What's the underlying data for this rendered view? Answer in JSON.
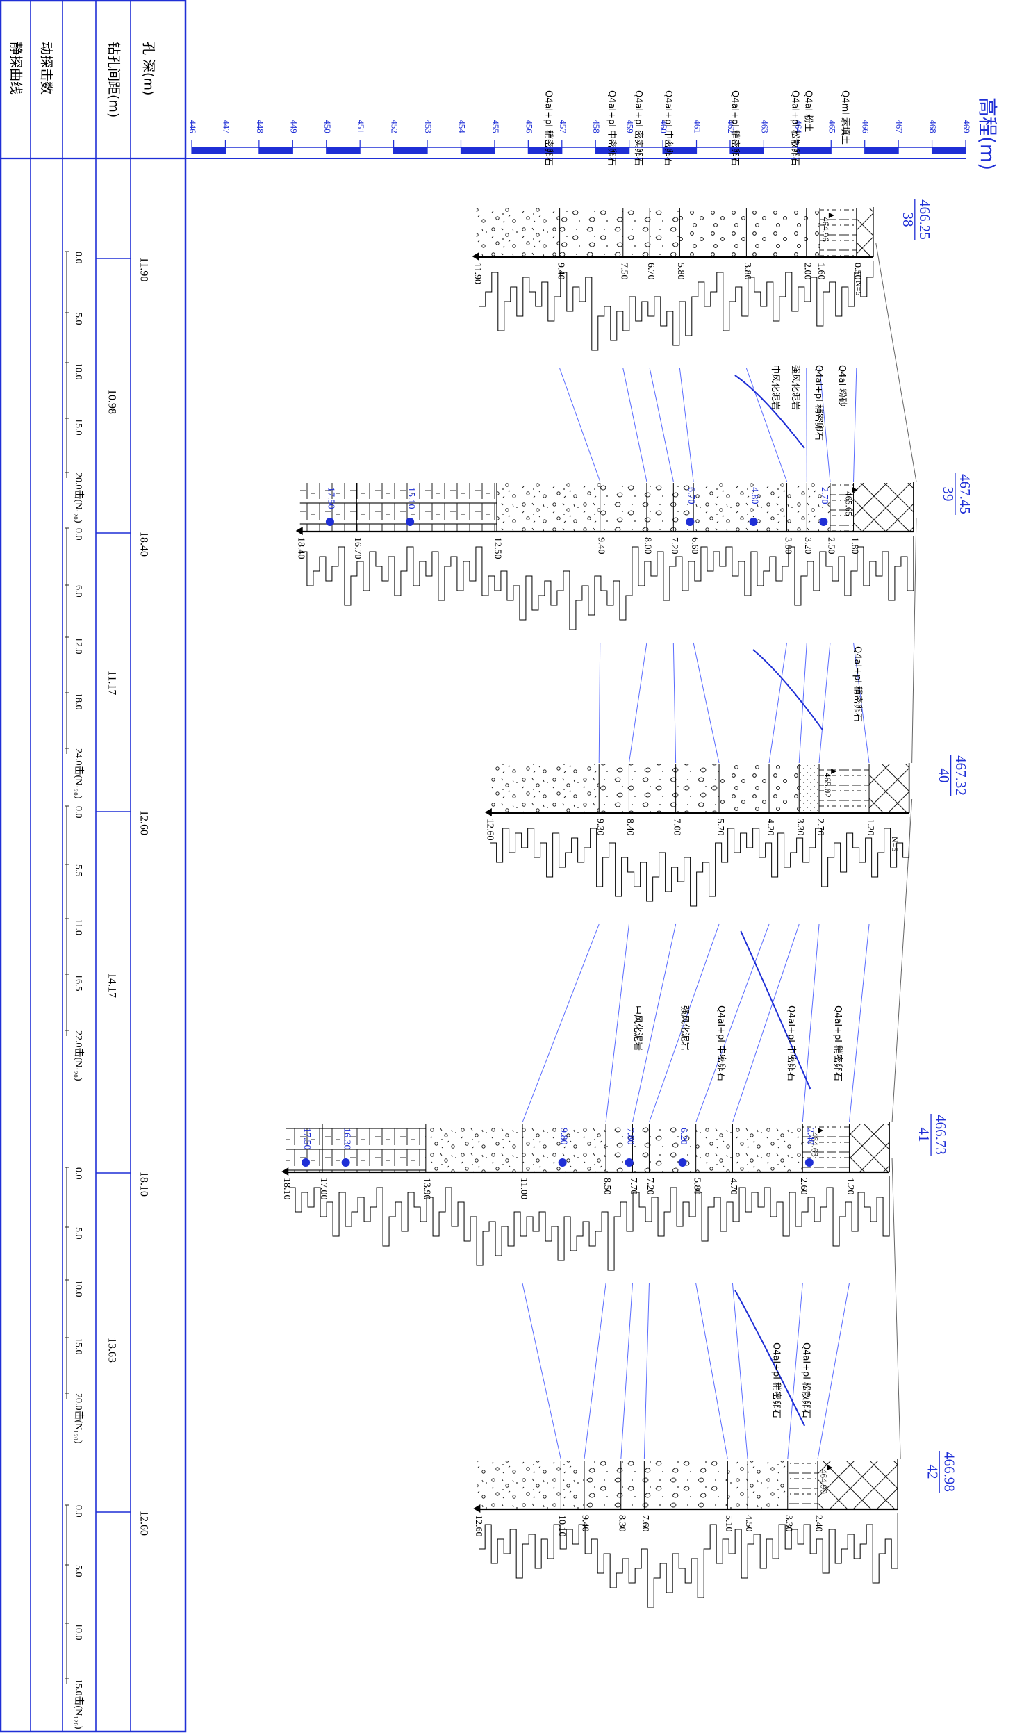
{
  "left_table": {
    "headers": [
      "孔  深(m)",
      "钻孔间距(m)",
      "动探击数",
      "静探曲线"
    ],
    "hole_depths": [
      "11.90",
      "18.40",
      "12.60",
      "18.10",
      "12.60"
    ],
    "spacings": [
      "10.98",
      "11.17",
      "14.17",
      "13.63"
    ],
    "dyn_scales": [
      [
        "0.0",
        "5.0",
        "10.0",
        "15.0",
        "20.0击(N₁₂₀)"
      ],
      [
        "0.0",
        "6.0",
        "12.0",
        "18.0",
        "24.0击(N₁₂₀)"
      ],
      [
        "0.0",
        "5.5",
        "11.0",
        "16.5",
        "22.0击(N₁₂₀)"
      ],
      [
        "0.0",
        "5.0",
        "10.0",
        "15.0",
        "20.0击(N₁₂₀)"
      ],
      [
        "0.0",
        "5.0",
        "10.0",
        "15.0击(N₁₂₀)"
      ]
    ]
  },
  "elevation_axis": {
    "title": "高程(m)",
    "ticks": [
      "446",
      "447",
      "448",
      "449",
      "450",
      "451",
      "452",
      "453",
      "454",
      "455",
      "456",
      "457",
      "458",
      "459",
      "460",
      "461",
      "462",
      "463",
      "464",
      "465",
      "466",
      "467",
      "468",
      "469"
    ]
  },
  "boreholes": [
    {
      "id": "38",
      "elevation": "466.25",
      "water_level": "464.96",
      "n_value": "N=5",
      "depths": [
        "0.50",
        "1.60",
        "2.00",
        "3.80",
        "5.80",
        "6.70",
        "7.50",
        "9.40"
      ],
      "bottom": "11.90",
      "layers": [
        "Q4ml 素填土",
        "Q4al 粉土",
        "Q4al+pl 松散卵石",
        "Q4al+pl 稍密卵石",
        "Q4al+pl 中密卵石",
        "Q4al+pl 密实卵石",
        "Q4al+pl 中密卵石",
        "Q4al+pl 稍密卵石"
      ]
    },
    {
      "id": "39",
      "elevation": "467.45",
      "water_level": "465.65",
      "depths": [
        "1.80",
        "2.50",
        "3.20",
        "3.80",
        "6.60",
        "7.20",
        "8.00",
        "9.40",
        "12.50",
        "16.70"
      ],
      "bottom": "18.40",
      "samples": [
        "2.70",
        "4.80",
        "6.70",
        "15.10",
        "17.50"
      ],
      "layers": [
        "Q4al 粉砂",
        "Q4al+pl 稍密卵石",
        "强风化泥岩",
        "中风化泥岩"
      ]
    },
    {
      "id": "40",
      "elevation": "467.32",
      "water_level": "465.02",
      "n_value": "N=5",
      "depths": [
        "1.20",
        "2.70",
        "3.30",
        "4.20",
        "5.70",
        "7.00",
        "8.40",
        "9.30"
      ],
      "bottom": "12.60",
      "layers": [
        "Q4al+pl 稍密卵石"
      ]
    },
    {
      "id": "41",
      "elevation": "466.73",
      "water_level": "464.63",
      "depths": [
        "1.20",
        "2.60",
        "4.70",
        "5.80",
        "7.20",
        "7.70",
        "8.50",
        "11.00",
        "13.90",
        "17.00"
      ],
      "bottom": "18.10",
      "samples": [
        "2.40",
        "6.20",
        "7.80",
        "9.80",
        "16.30",
        "17.50"
      ],
      "layers": [
        "Q4al+pl 稍密卵石",
        "Q4al+pl 中密卵石",
        "Q4al+pl 中密卵石",
        "强风化泥岩",
        "中风化泥岩"
      ]
    },
    {
      "id": "42",
      "elevation": "466.98",
      "water_level": "464.90",
      "depths": [
        "2.40",
        "3.30",
        "4.50",
        "5.10",
        "7.60",
        "8.30",
        "9.40",
        "10.10"
      ],
      "bottom": "12.60",
      "layers": [
        "Q4al+pl 松散卵石",
        "Q4al+pl 稍密卵石"
      ]
    }
  ]
}
